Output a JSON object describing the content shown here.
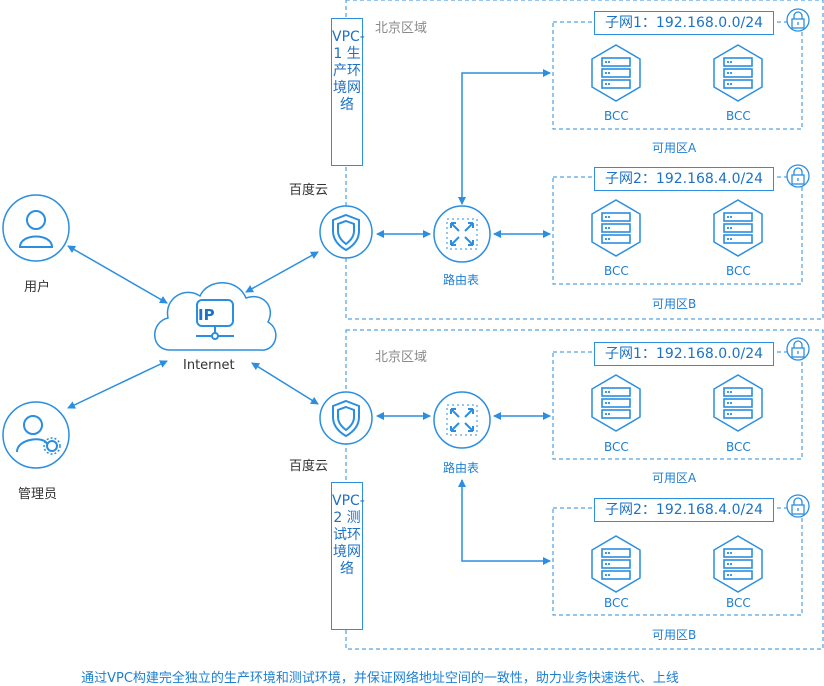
{
  "diagram": {
    "user_label": "用户",
    "admin_label": "管理员",
    "internet_label": "Internet",
    "ip_label": "IP",
    "vpcs": [
      {
        "region": "北京区域",
        "cloud": "百度云",
        "vpc_label": "VPC-1 生产环境网络",
        "router": "路由表",
        "zones": [
          {
            "subnet": "子网1：192.168.0.0/24",
            "servers": [
              "BCC",
              "BCC"
            ],
            "zone": "可用区A"
          },
          {
            "subnet": "子网2：192.168.4.0/24",
            "servers": [
              "BCC",
              "BCC"
            ],
            "zone": "可用区B"
          }
        ]
      },
      {
        "region": "北京区域",
        "cloud": "百度云",
        "vpc_label": "VPC-2 测试环境网络",
        "router": "路由表",
        "zones": [
          {
            "subnet": "子网1：192.168.0.0/24",
            "servers": [
              "BCC",
              "BCC"
            ],
            "zone": "可用区A"
          },
          {
            "subnet": "子网2：192.168.4.0/24",
            "servers": [
              "BCC",
              "BCC"
            ],
            "zone": "可用区B"
          }
        ]
      }
    ],
    "caption": "通过VPC构建完全独立的生产环境和测试环境，并保证网络地址空间的一致性，助力业务快速迭代、上线"
  },
  "colors": {
    "accent": "#2b8ee0",
    "text_blue": "#1d7fd1",
    "text_dark": "#333333"
  },
  "icons": [
    "user-icon",
    "admin-icon",
    "cloud-ip-icon",
    "shield-icon",
    "router-icon",
    "server-icon",
    "lock-icon"
  ]
}
